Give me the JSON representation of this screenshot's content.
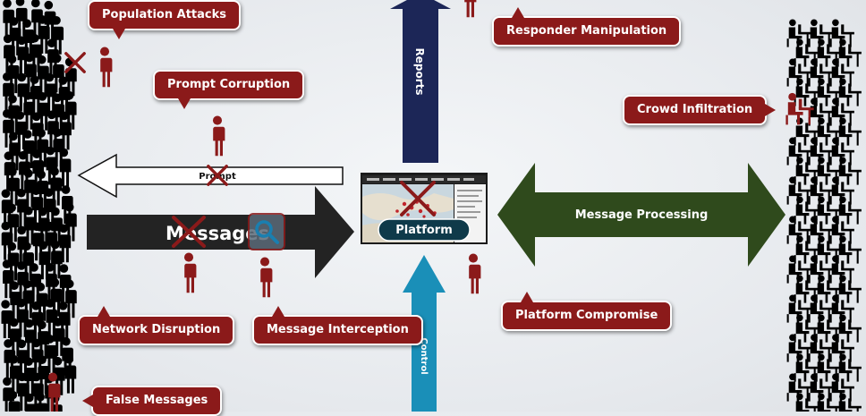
{
  "arrows": {
    "reports_label": "Reports",
    "prompt_label": "Prompt",
    "messages_label": "Messages",
    "message_processing_label": "Message Processing",
    "control_label": "Control"
  },
  "platform": {
    "label": "Platform"
  },
  "callouts": {
    "population_attacks": "Population Attacks",
    "prompt_corruption": "Prompt Corruption",
    "responder_manipulation": "Responder Manipulation",
    "crowd_infiltration": "Crowd Infiltration",
    "network_disruption": "Network Disruption",
    "message_interception": "Message Interception",
    "platform_compromise": "Platform Compromise",
    "false_messages": "False Messages"
  },
  "colors": {
    "callout_red": "#8b1a1a",
    "attacker_red": "#8b1a1a",
    "reports_arrow": "#1c2657",
    "messages_arrow": "#232323",
    "processing_arrow": "#2f4a1c",
    "control_arrow": "#1a8fb8",
    "platform_pill": "#0f3a4a"
  }
}
